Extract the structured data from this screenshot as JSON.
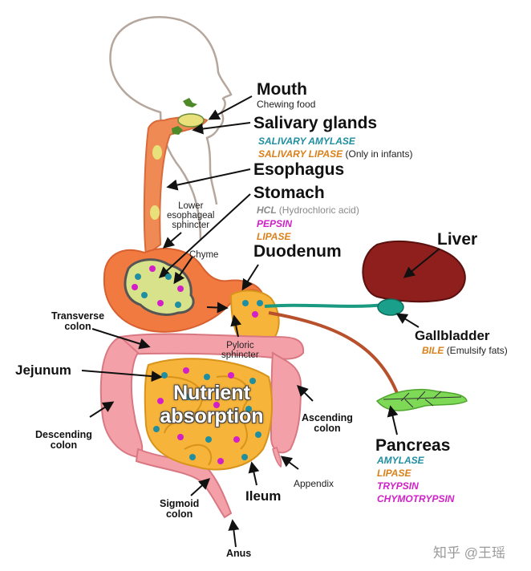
{
  "organs": {
    "mouth": {
      "name": "Mouth",
      "note": "Chewing food"
    },
    "salivary": {
      "name": "Salivary glands",
      "enzyme1": "SALIVARY AMYLASE",
      "enzyme2": "SALIVARY LIPASE",
      "enzyme2_note": "(Only in infants)"
    },
    "esophagus": {
      "name": "Esophagus"
    },
    "stomach": {
      "name": "Stomach",
      "enzyme1": "HCL",
      "enzyme1_note": "(Hydrochloric acid)",
      "enzyme2": "PEPSIN",
      "enzyme3": "LIPASE"
    },
    "les": {
      "line1": "Lower",
      "line2": "esophageal",
      "line3": "sphincter"
    },
    "chyme": "Chyme",
    "duodenum": "Duodenum",
    "liver": "Liver",
    "gallbladder": {
      "name": "Gallbladder",
      "enzyme": "BILE",
      "note": "(Emulsify fats)"
    },
    "pyloric": {
      "line1": "Pyloric",
      "line2": "sphincter"
    },
    "transverse": {
      "line1": "Transverse",
      "line2": "colon"
    },
    "jejunum": "Jejunum",
    "nutrient": {
      "line1": "Nutrient",
      "line2": "absorption"
    },
    "descending": {
      "line1": "Descending",
      "line2": "colon"
    },
    "ascending": {
      "line1": "Ascending",
      "line2": "colon"
    },
    "appendix": "Appendix",
    "ileum": "Ileum",
    "sigmoid": {
      "line1": "Sigmoid",
      "line2": "colon"
    },
    "anus": "Anus",
    "pancreas": {
      "name": "Pancreas",
      "enzymes": [
        "AMYLASE",
        "LIPASE",
        "TRYPSIN",
        "CHYMOTRYPSIN"
      ]
    }
  },
  "watermark": "知乎 @王瑶",
  "colors": {
    "enzyme_teal": "#1f8ea0",
    "enzyme_orange": "#d9801a",
    "enzyme_magenta": "#d21fc8",
    "enzyme_grey": "#8a8a8a",
    "esophagus": "#f08a55",
    "stomach": "#f07a40",
    "small_intestine": "#f6b43a",
    "large_intestine": "#f4a0a8",
    "liver": "#8e1f1c",
    "gallbladder": "#1aa08a",
    "pancreas": "#7ed957"
  }
}
